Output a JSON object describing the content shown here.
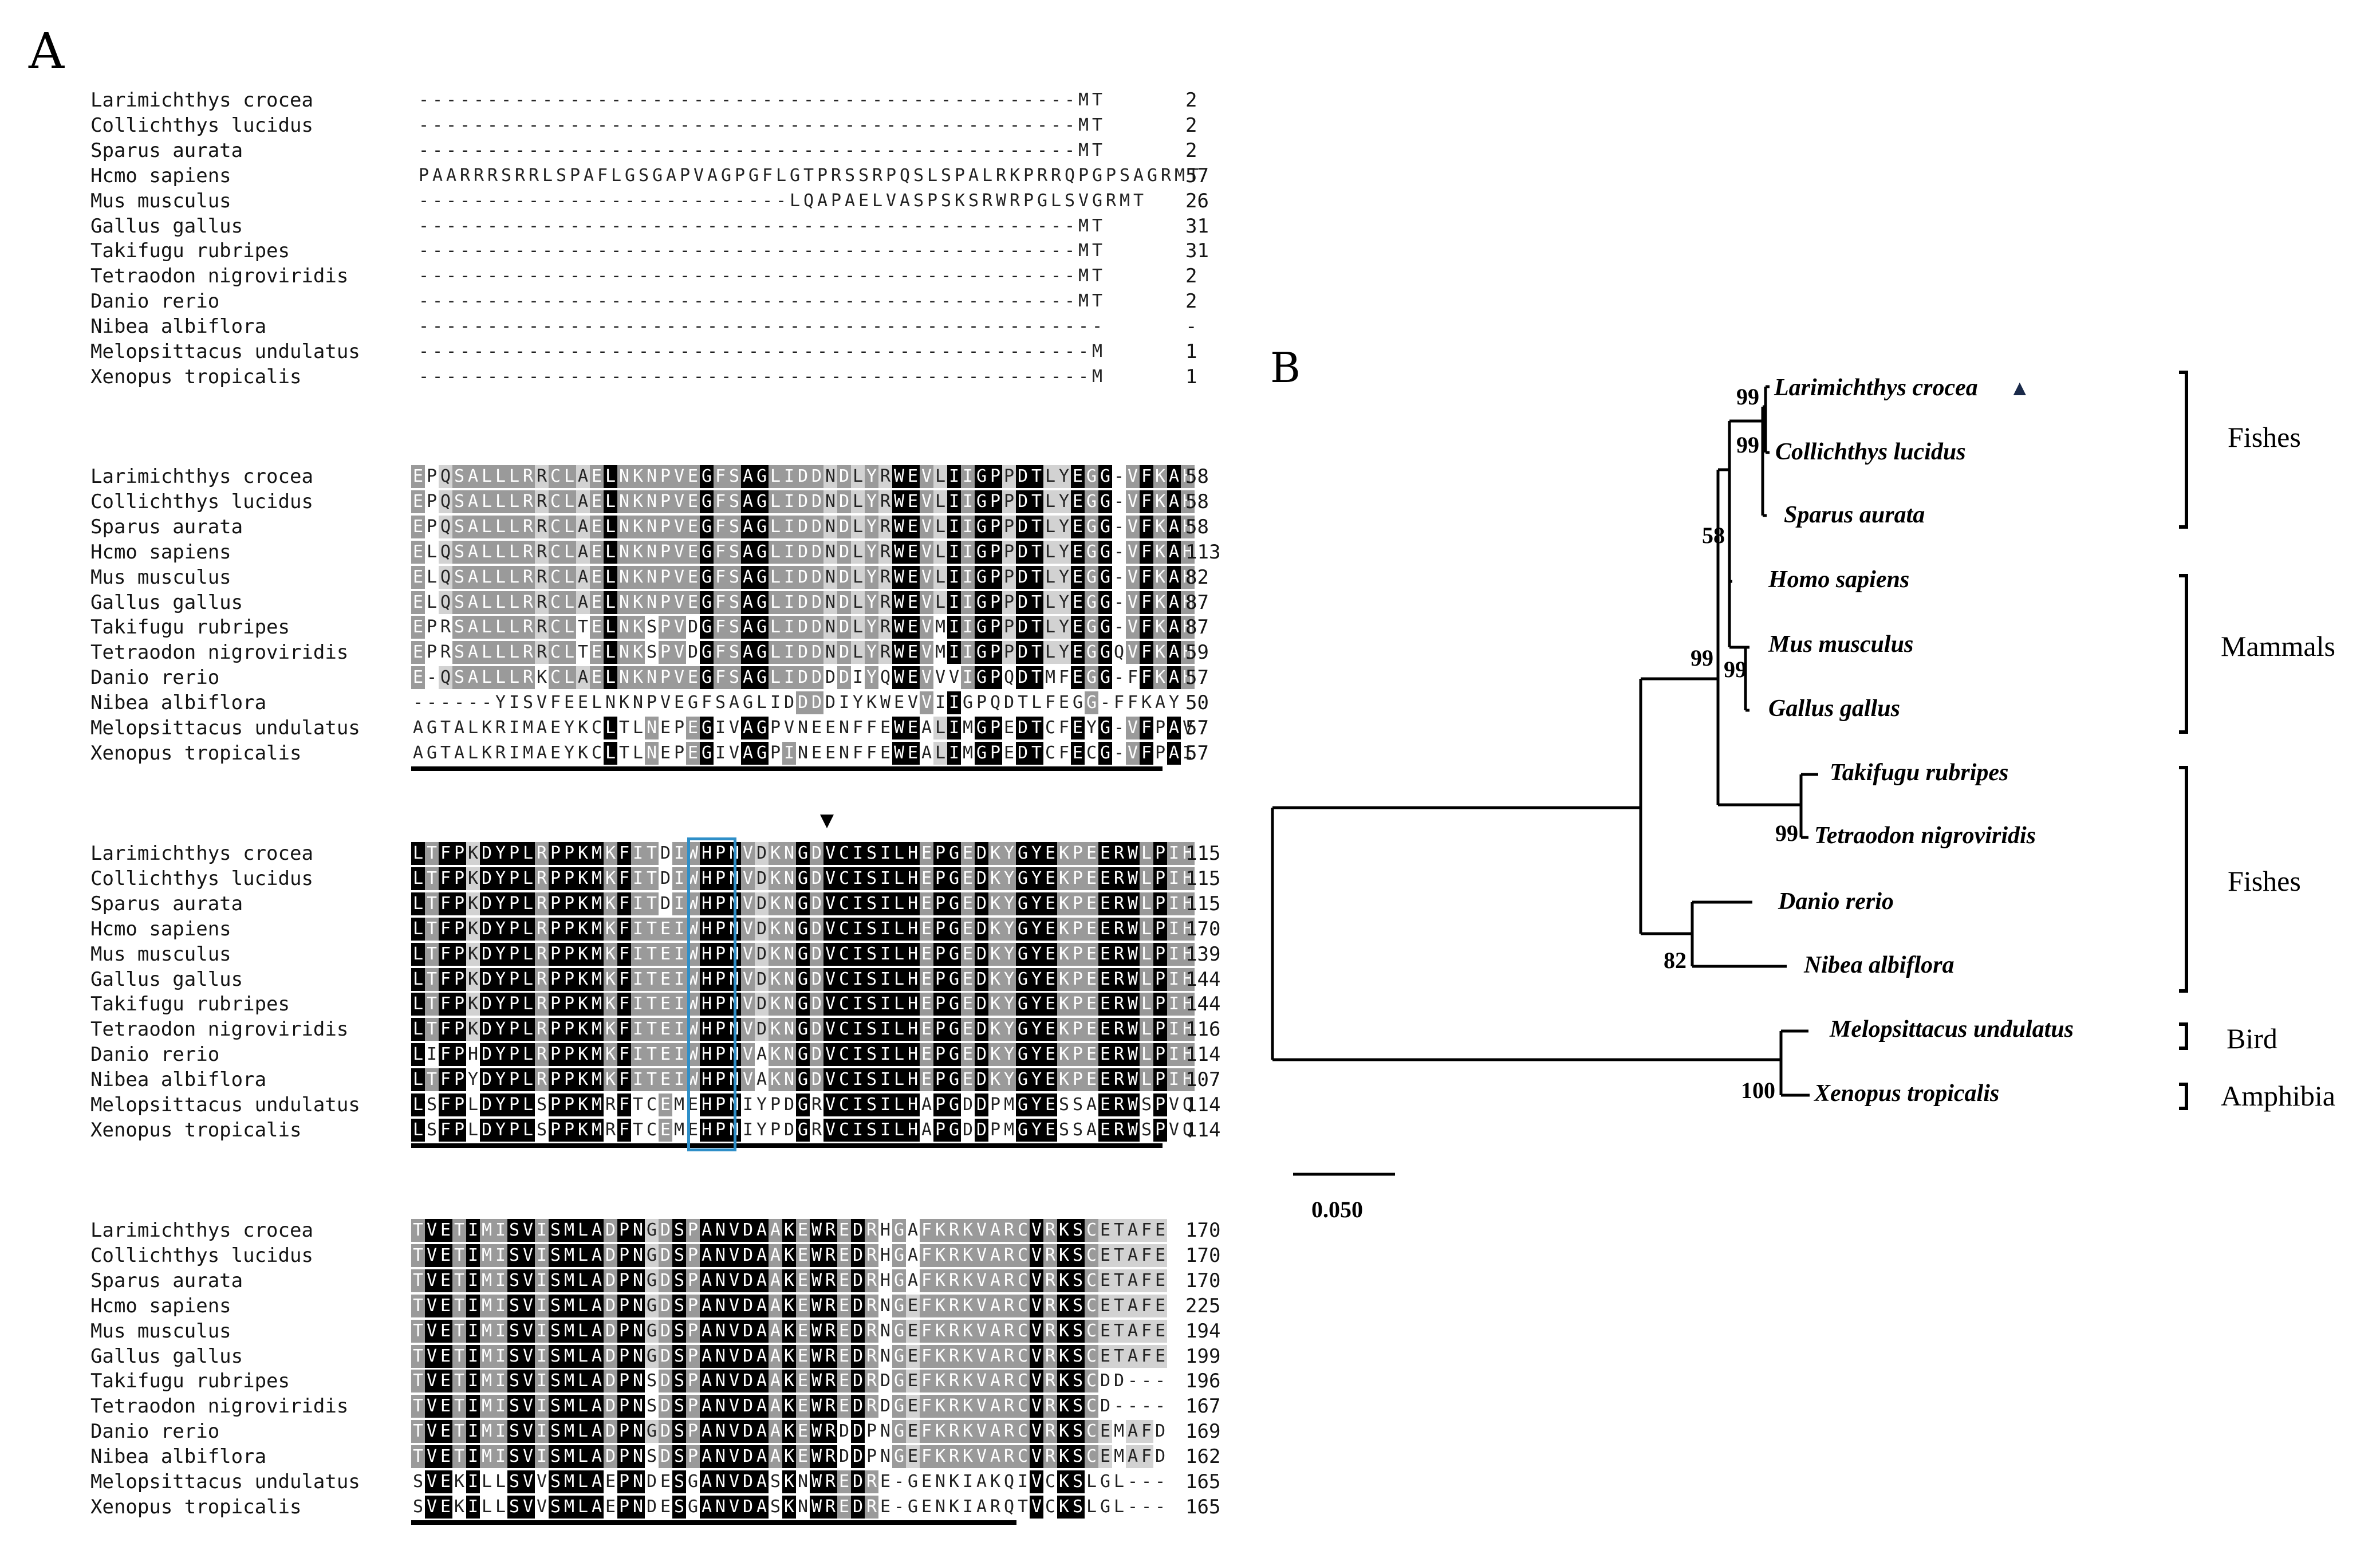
{
  "panel_a_label": "A",
  "panel_b_label": "B",
  "alignment": {
    "species": [
      "Larimichthys crocea",
      "Collichthys lucidus",
      "Sparus aurata",
      "Hcmo sapiens",
      "Mus musculus",
      "Gallus gallus",
      "Takifugu rubripes",
      "Tetraodon nigroviridis",
      "Danio rerio",
      "Nibea albiflora",
      "Melopsittacus undulatus",
      "Xenopus tropicalis"
    ],
    "blocks": [
      {
        "seqs": [
          "------------------------------------------------MT",
          "------------------------------------------------MT",
          "------------------------------------------------MT",
          "PAARRRSRRLSPAFLGSGAPVAGPGFLGTPRSSRPQSLSPALRKPRRQPGPSAGRMT",
          "---------------------------LQAPAELVASPSKSRWRPGLSVGRMT",
          "------------------------------------------------MT",
          "------------------------------------------------MT",
          "------------------------------------------------MT",
          "------------------------------------------------MT",
          "--------------------------------------------------",
          "-------------------------------------------------M",
          "-------------------------------------------------M"
        ],
        "numbers": [
          "2",
          "2",
          "2",
          "57",
          "26",
          "31",
          "31",
          "2",
          "2",
          "-",
          "1",
          "1"
        ]
      },
      {
        "seqs": [
          "EPQSALLLRRCLAELNKNPVEGFSAGLIDDNDLYRWEVLIIGPPDTLYEGG-VFKAH",
          "EPQSALLLRRCLAELNKNPVEGFSAGLIDDNDLYRWEVLIIGPPDTLYEGG-VFKAH",
          "EPQSALLLRRCLAELNKNPVEGFSAGLIDDNDLYRWEVLIIGPPDTLYEGG-VFKAH",
          "ELQSALLLRRCLAELNKNPVEGFSAGLIDDNDLYRWEVLIIGPPDTLYEGG-VFKAH",
          "ELQSALLLRRCLAELNKNPVEGFSAGLIDDNDLYRWEVLIIGPPDTLYEGG-VFKAH",
          "ELQSALLLRRCLAELNKNPVEGFSAGLIDDNDLYRWEVLIIGPPDTLYEGG-VFKAH",
          "EPRSALLLRRCLTELNKSPVDGFSAGLIDDNDLYRWEVMIIGPPDTLYEGG-VFKAH",
          "EPRSALLLRRCLTELNKSPVDGFSAGLIDDNDLYRWEVMIIGPPDTLYEGGQVFKAH",
          "E-QSALLLRKCLAELNKNPVEGFSAGLIDDDDIYQWEVVVIGPQDTMFEGG-FFKAH",
          "------YISVFEELNKNPVEGFSAGLIDDDDIYKWEVVIIGPQDTLFEGG-FFKAY",
          "AGTALKRIMAEYKCLTLNEPEGIVAGPVNEENFFEWEALIMGPEDTCFEYG-VFPAV",
          "AGTALKRIMAEYKCLTLNEPEGIVAGPINEENFFEWEALIMGPEDTCFECG-VFPAI"
        ],
        "numbers": [
          "58",
          "58",
          "58",
          "113",
          "82",
          "87",
          "87",
          "59",
          "57",
          "50",
          "57",
          "57"
        ]
      },
      {
        "seqs": [
          "LTFPKDYPLRPPKMKFITDIWHPNVDKNGDVCISILHEPGEDKYGYEKPEERWLPIH",
          "LTFPKDYPLRPPKMKFITDIWHPNVDKNGDVCISILHEPGEDKYGYEKPEERWLPIH",
          "LTFPKDYPLRPPKMKFITDIWHPNVDKNGDVCISILHEPGEDKYGYEKPEERWLPIH",
          "LTFPKDYPLRPPKMKFITEIWHPNVDKNGDVCISILHEPGEDKYGYEKPEERWLPIH",
          "LTFPKDYPLRPPKMKFITEIWHPNVDKNGDVCISILHEPGEDKYGYEKPEERWLPIH",
          "LTFPKDYPLRPPKMKFITEIWHPNVDKNGDVCISILHEPGEDKYGYEKPEERWLPIH",
          "LTFPKDYPLRPPKMKFITEIWHPNVDKNGDVCISILHEPGEDKYGYEKPEERWLPIH",
          "LTFPKDYPLRPPKMKFITEIWHPNVDKNGDVCISILHEPGEDKYGYEKPEERWLPIH",
          "LIFPHDYPLRPPKMKFITEIWHPNVAKNGDVCISILHEPGEDKYGYEKPEERWLPIH",
          "LTFPYDYPLRPPKMKFITEIWHPNVAKNGDVCISILHEPGEDKYGYEKPEERWLPIH",
          "LSFPLDYPLSPPKMRFTCEMEHPNIYPDGRVCISILHAPGDDPMGYESSAERWSPVQ",
          "LSFPLDYPLSPPKMRFTCEMEHPNIYPDGRVCISILHAPGDDPMGYESSAERWSPVQ"
        ],
        "numbers": [
          "115",
          "115",
          "115",
          "170",
          "139",
          "144",
          "144",
          "116",
          "114",
          "107",
          "114",
          "114"
        ]
      },
      {
        "seqs": [
          "TVETIMISVISMLADPNGDSPANVDAAKEWREDRHGAFKRKVARCVRKSCETAFE",
          "TVETIMISVISMLADPNGDSPANVDAAKEWREDRHGAFKRKVARCVRKSCETAFE",
          "TVETIMISVISMLADPNGDSPANVDAAKEWREDRHGAFKRKVARCVRKSCETAFE",
          "TVETIMISVISMLADPNGDSPANVDAAKEWREDRNGEFKRKVARCVRKSCETAFE",
          "TVETIMISVISMLADPNGDSPANVDAAKEWREDRNGEFKRKVARCVRKSCETAFE",
          "TVETIMISVISMLADPNGDSPANVDAAKEWREDRNGEFKRKVARCVRKSCETAFE",
          "TVETIMISVISMLADPNSDSPANVDAAKEWREDRDGEFKRKVARCVRKSCDD---",
          "TVETIMISVISMLADPNSDSPANVDAAKEWREDRDGEFKRKVARCVRKSCD----",
          "TVETIMISVISMLADPNGDSPANVDAAKEWRDDPNGEFKRKVARCVRKSCEMAFD",
          "TVETIMISVISMLADPNSDSPANVDAAKEWRDDPNGEFKRKVARCVRKSCEMAFD",
          "SVEKILLSVVSMLAEPNDESGANVDASKNWREDRE-GENKIAKQIVCKSLGL---",
          "SVEKILLSVVSMLAEPNDESGANVDASKNWREDRE-GENKIARQTVCKSLGL---"
        ],
        "numbers": [
          "170",
          "170",
          "170",
          "225",
          "194",
          "199",
          "196",
          "167",
          "169",
          "162",
          "165",
          "165"
        ]
      }
    ]
  },
  "tree": {
    "taxa": [
      {
        "name": "Larimichthys crocea",
        "marker": "▲"
      },
      {
        "name": "Collichthys lucidus"
      },
      {
        "name": "Sparus aurata"
      },
      {
        "name": "Homo sapiens"
      },
      {
        "name": "Mus musculus"
      },
      {
        "name": "Gallus gallus"
      },
      {
        "name": "Takifugu rubripes"
      },
      {
        "name": "Tetraodon nigroviridis"
      },
      {
        "name": "Danio rerio"
      },
      {
        "name": "Nibea albiflora"
      },
      {
        "name": "Melopsittacus undulatus"
      },
      {
        "name": "Xenopus tropicalis"
      }
    ],
    "bootstrap": [
      "99",
      "99",
      "58",
      "99",
      "99",
      "99",
      "82",
      "100"
    ],
    "groups": [
      "Fishes",
      "Mammals",
      "Fishes",
      "Bird",
      "Amphibia"
    ],
    "scale_label": "0.050"
  }
}
